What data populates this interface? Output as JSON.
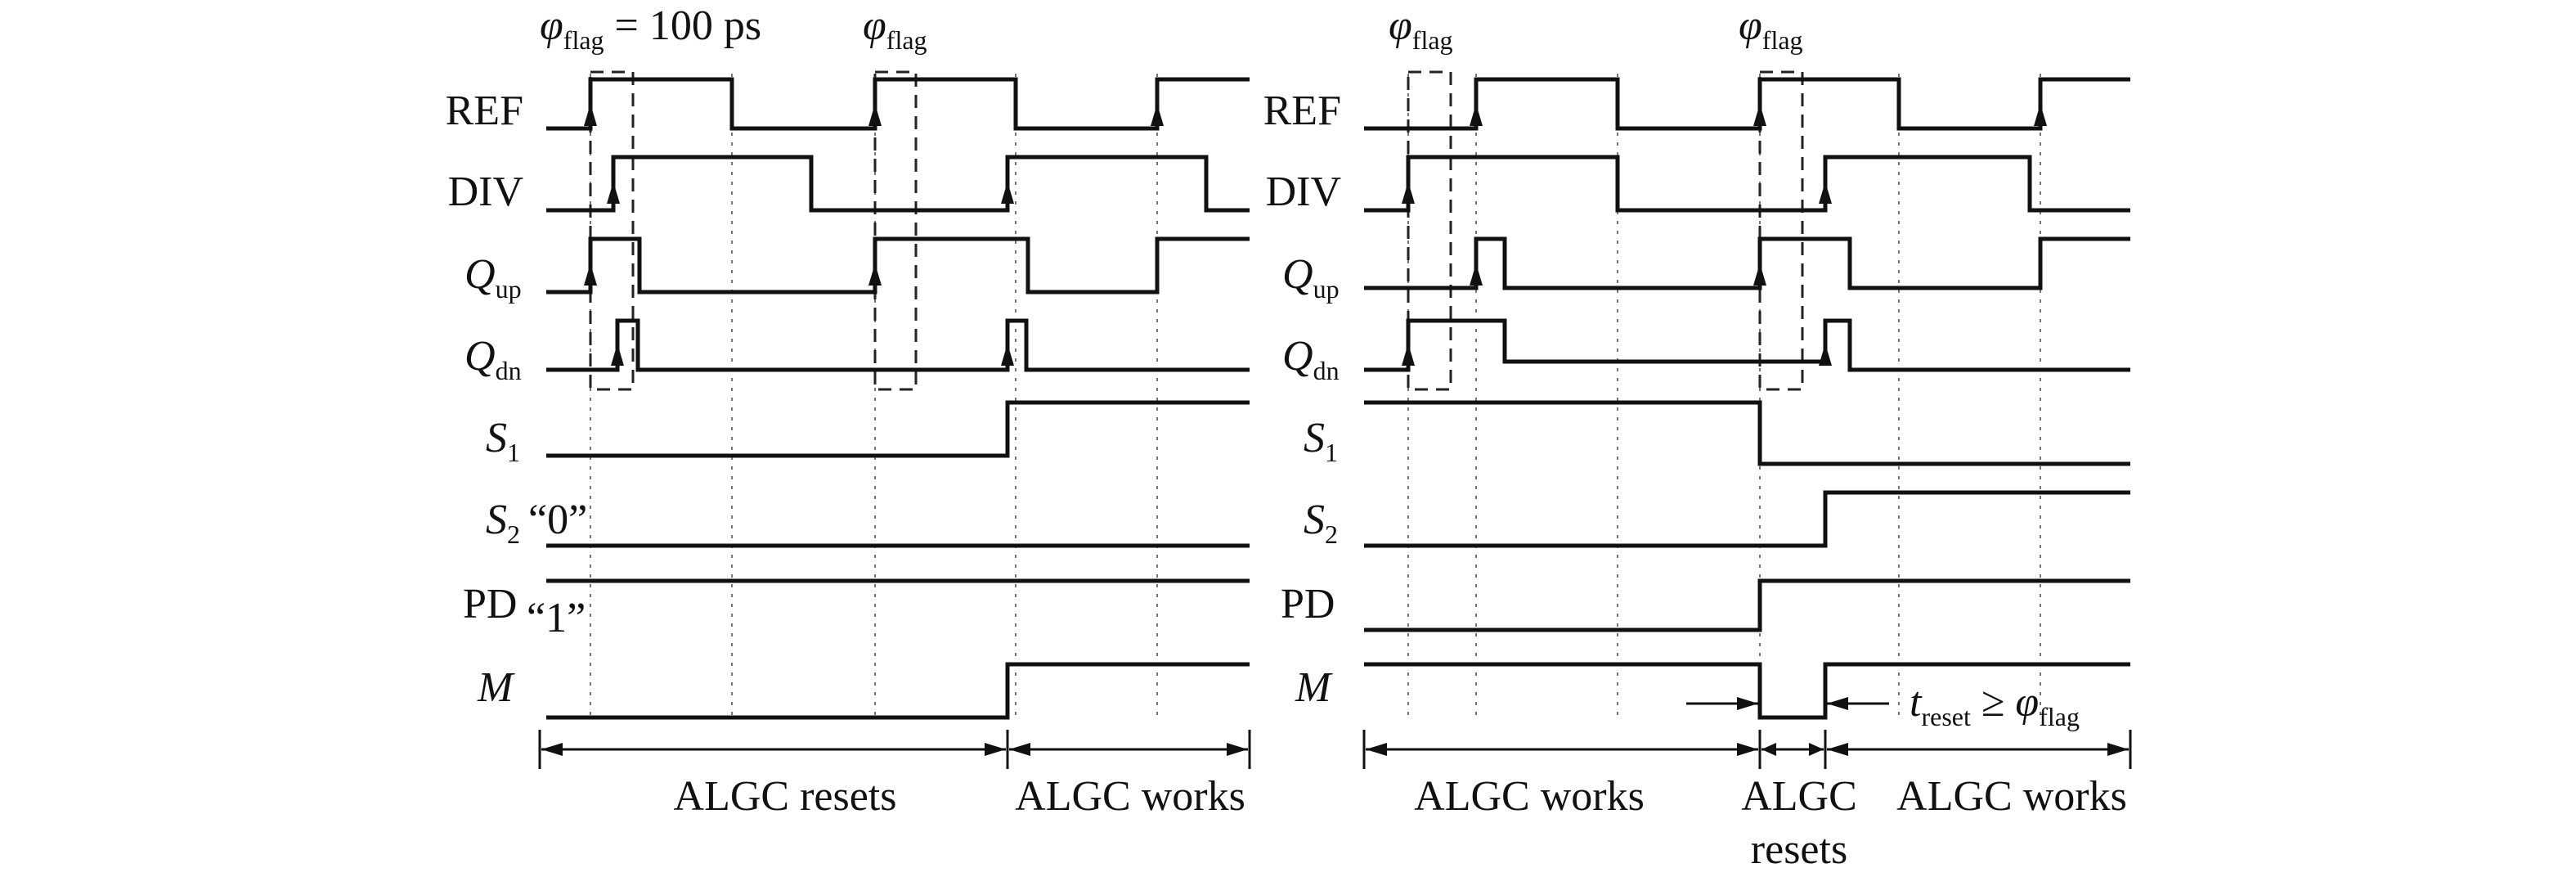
{
  "left": {
    "labels": {
      "ref": "REF",
      "div": "DIV",
      "qup_main": "Q",
      "qup_sub": "up",
      "qdn_main": "Q",
      "qdn_sub": "dn",
      "s1_main": "S",
      "s1_sub": "1",
      "s2_main": "S",
      "s2_sub": "2",
      "s2_value": "“0”",
      "pd": "PD",
      "pd_value": "“1”",
      "m": "M"
    },
    "annotations": {
      "phi_symbol": "φ",
      "phi_sub": "flag",
      "phi_value": " = 100 ps"
    },
    "phases": {
      "reset": "ALGC resets",
      "work": "ALGC works"
    }
  },
  "right": {
    "labels": {
      "ref": "REF",
      "div": "DIV",
      "qup_main": "Q",
      "qup_sub": "up",
      "qdn_main": "Q",
      "qdn_sub": "dn",
      "s1_main": "S",
      "s1_sub": "1",
      "s2_main": "S",
      "s2_sub": "2",
      "pd": "PD",
      "m": "M"
    },
    "annotations": {
      "phi_symbol": "φ",
      "phi_sub": "flag",
      "treset_main": "t",
      "treset_sub": "reset",
      "treset_rel": " ≥ ",
      "treset_phi": "φ",
      "treset_phi_sub": "flag"
    },
    "phases": {
      "work1": "ALGC works",
      "reset_line1": "ALGC",
      "reset_line2": "resets",
      "work2": "ALGC works"
    }
  }
}
